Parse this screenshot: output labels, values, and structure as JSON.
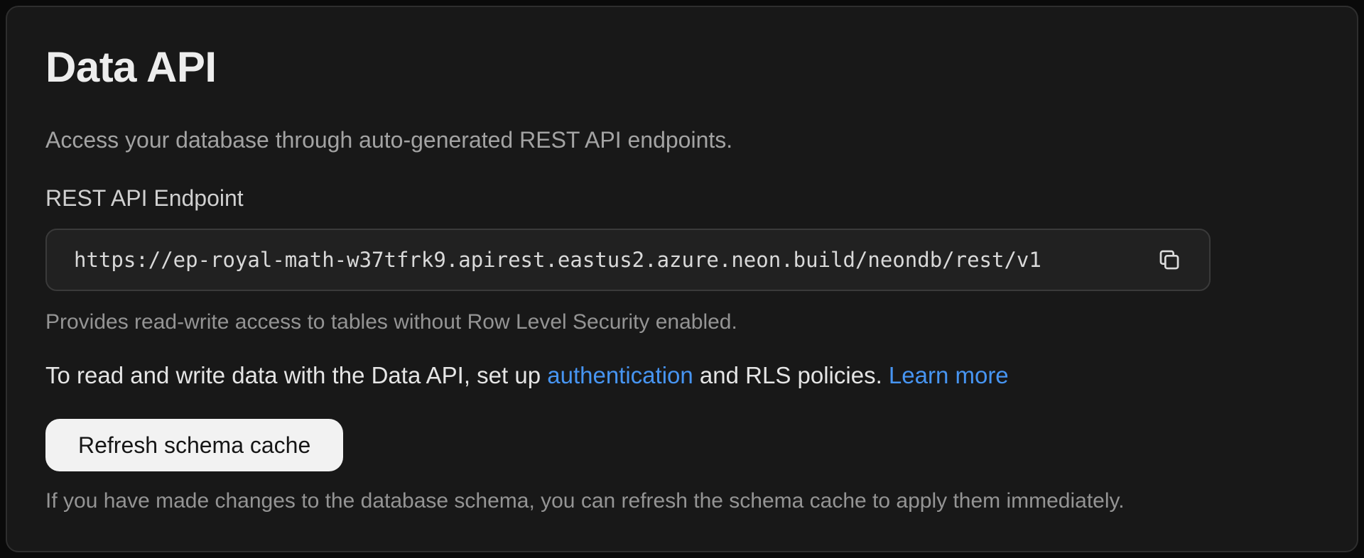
{
  "colors": {
    "page_bg": "#0a0a0a",
    "card_bg": "#181818",
    "link": "#4795f2",
    "button_bg": "#f2f2f2",
    "button_text": "#161616"
  },
  "header": {
    "title": "Data API",
    "subtitle": "Access your database through auto-generated REST API endpoints."
  },
  "endpoint": {
    "label": "REST API Endpoint",
    "url": "https://ep-royal-math-w37tfrk9.apirest.eastus2.azure.neon.build/neondb/rest/v1",
    "copy_icon": "copy-icon",
    "helper": "Provides read-write access to tables without Row Level Security enabled."
  },
  "rls_note": {
    "before_auth_link": "To read and write data with the Data API, set up ",
    "auth_link": "authentication",
    "between_links": " and RLS policies. ",
    "learn_more_link": "Learn more"
  },
  "schema_cache": {
    "button_label": "Refresh schema cache",
    "helper": "If you have made changes to the database schema, you can refresh the schema cache to apply them immediately."
  }
}
